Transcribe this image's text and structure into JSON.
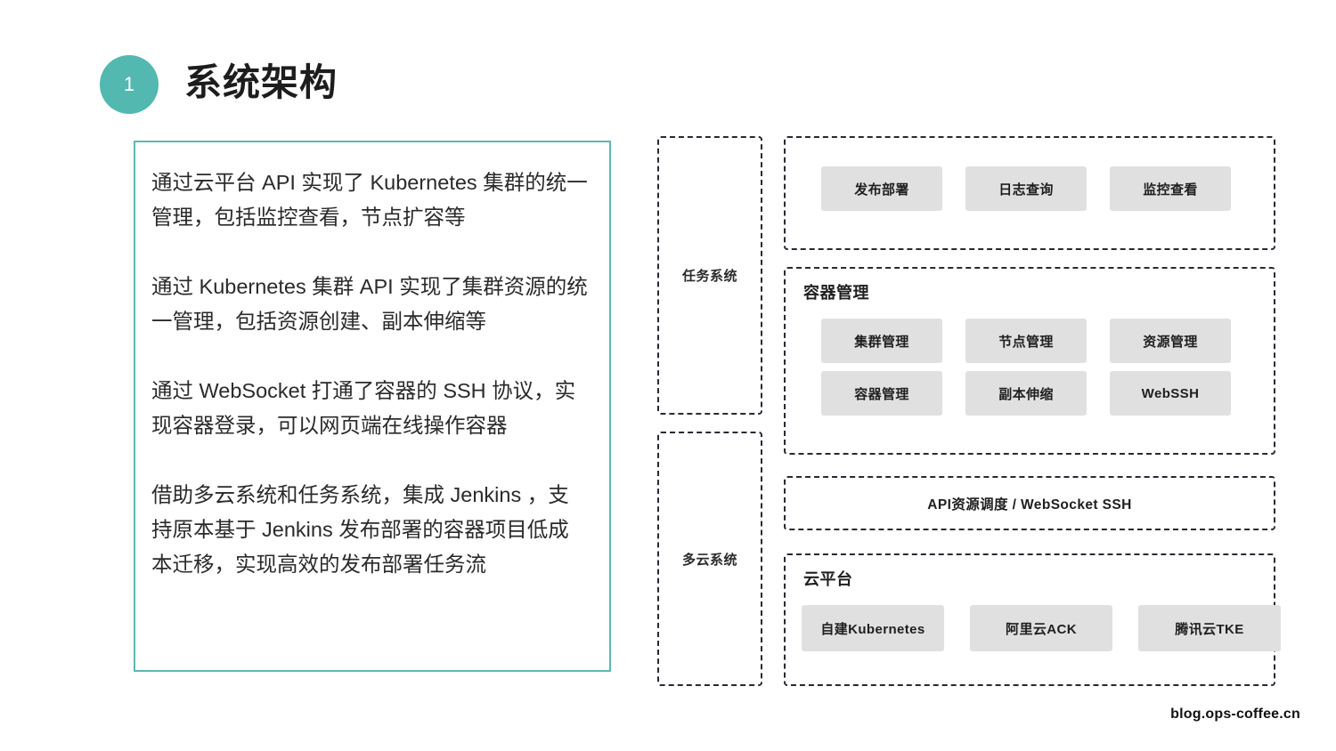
{
  "header": {
    "step_number": "1",
    "title": "系统架构"
  },
  "summary": {
    "paragraphs": [
      "通过云平台 API 实现了 Kubernetes 集群的统一管理，包括监控查看，节点扩容等",
      "通过 Kubernetes 集群 API 实现了集群资源的统一管理，包括资源创建、副本伸缩等",
      "通过 WebSocket 打通了容器的 SSH 协议，实现容器登录，可以网页端在线操作容器",
      "借助多云系统和任务系统，集成 Jenkins ，支持原本基于 Jenkins 发布部署的容器项目低成本迁移，实现高效的发布部署任务流"
    ]
  },
  "diagram": {
    "side_labels": {
      "task_system": "任务系统",
      "multicloud_system": "多云系统"
    },
    "task_group": {
      "tiles": [
        "发布部署",
        "日志查询",
        "监控查看"
      ]
    },
    "container_group": {
      "title": "容器管理",
      "tiles_row1": [
        "集群管理",
        "节点管理",
        "资源管理"
      ],
      "tiles_row2": [
        "容器管理",
        "副本伸缩",
        "WebSSH"
      ]
    },
    "api_group": {
      "text": "API资源调度 / WebSocket SSH"
    },
    "cloud_group": {
      "title": "云平台",
      "tiles": [
        "自建Kubernetes",
        "阿里云ACK",
        "腾讯云TKE"
      ]
    }
  },
  "footer": {
    "watermark": "blog.ops-coffee.cn"
  },
  "colors": {
    "accent_teal": "#52b8b0",
    "panel_border": "#5cb8b2",
    "tile_gray": "#e0e0e0",
    "dash_border": "#262a33"
  }
}
